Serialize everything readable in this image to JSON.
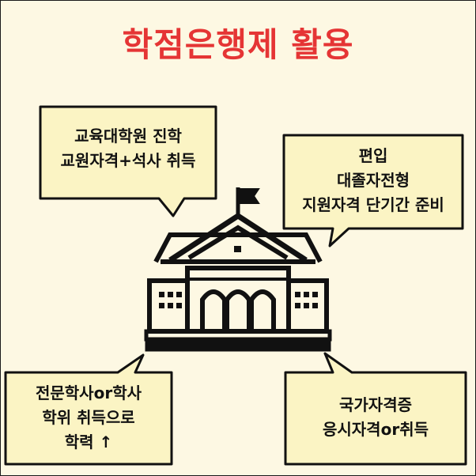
{
  "title": "학점은행제 활용",
  "bubbles": {
    "graduate": {
      "lines": [
        "교육대학원 진학",
        "교원자격+석사 취득"
      ]
    },
    "transfer": {
      "lines": [
        "편입",
        "대졸자전형",
        "지원자격 단기간 준비"
      ]
    },
    "degree": {
      "lines": [
        "전문학사or학사",
        "학위 취득으로",
        "학력 ↑"
      ]
    },
    "license": {
      "lines": [
        "국가자격증",
        "응시자격or취득"
      ]
    }
  },
  "colors": {
    "background": "#fdf8e3",
    "bubble_fill": "#fbf4c4",
    "title": "#e53535",
    "outline": "#111111"
  },
  "icons": [
    "school-building-icon",
    "flag-icon"
  ]
}
